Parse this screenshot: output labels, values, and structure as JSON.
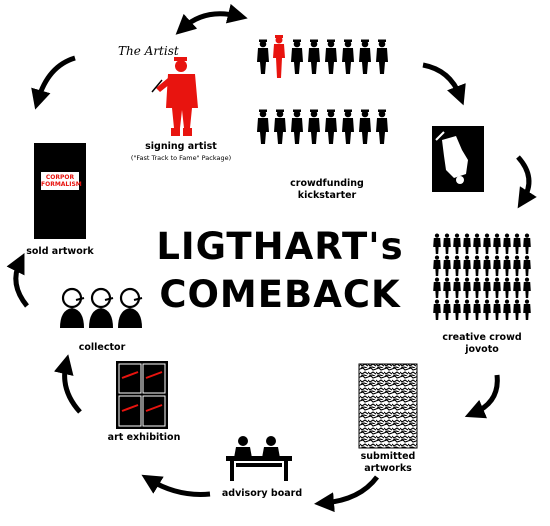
{
  "title": {
    "line1": "LIGTHART's",
    "line2": "COMEBACK"
  },
  "nodes": {
    "signing_artist": {
      "label": "signing artist",
      "sublabel": "(\"Fast Track to Fame\" Package)",
      "signature": "The Artist"
    },
    "crowdfunding": {
      "label": "crowdfunding",
      "sublabel": "kickstarter"
    },
    "creative_crowd": {
      "label": "creative crowd",
      "sublabel": "jovoto"
    },
    "submitted": {
      "label": "submitted",
      "sublabel": "artworks"
    },
    "advisory_board": {
      "label": "advisory board"
    },
    "art_exhibition": {
      "label": "art exhibition"
    },
    "collector": {
      "label": "collector"
    },
    "sold_artwork": {
      "label": "sold artwork",
      "poster_text": "CORPOR FORMALISM"
    }
  },
  "colors": {
    "accent": "#e8140f",
    "ink": "#000000",
    "background": "#ffffff"
  },
  "icons": [
    "cycle-arrow-icon",
    "hand-icon",
    "person-icon",
    "desk-icon"
  ]
}
